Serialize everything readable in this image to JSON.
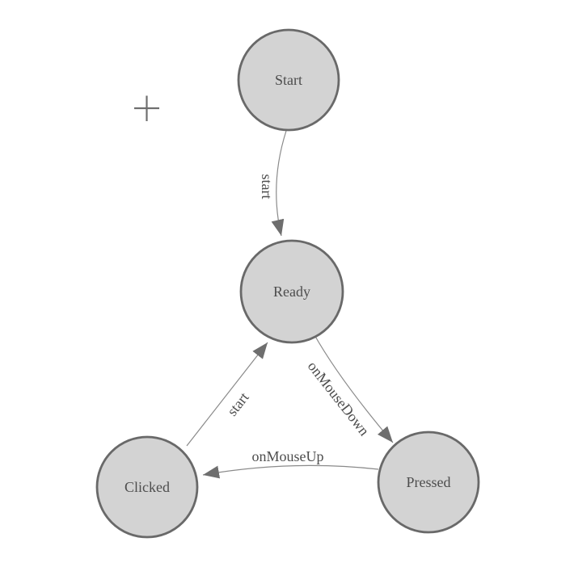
{
  "diagram": {
    "kind": "state-machine",
    "nodes": [
      {
        "id": "start",
        "label": "Start"
      },
      {
        "id": "ready",
        "label": "Ready"
      },
      {
        "id": "clicked",
        "label": "Clicked"
      },
      {
        "id": "pressed",
        "label": "Pressed"
      }
    ],
    "edges": [
      {
        "from": "Start",
        "to": "Ready",
        "label": "start"
      },
      {
        "from": "Ready",
        "to": "Pressed",
        "label": "onMouseDown"
      },
      {
        "from": "Pressed",
        "to": "Clicked",
        "label": "onMouseUp"
      },
      {
        "from": "Clicked",
        "to": "Ready",
        "label": "start"
      }
    ],
    "icons": {
      "crosshair": "+"
    },
    "colors": {
      "background": "#ffffff",
      "node_fill": "#d3d3d3",
      "node_border": "#696969",
      "edge_line": "#8a8a8a",
      "arrowhead": "#6e6e6e",
      "label_text": "#4d4d4d",
      "crosshair": "#6f6f6f"
    }
  }
}
